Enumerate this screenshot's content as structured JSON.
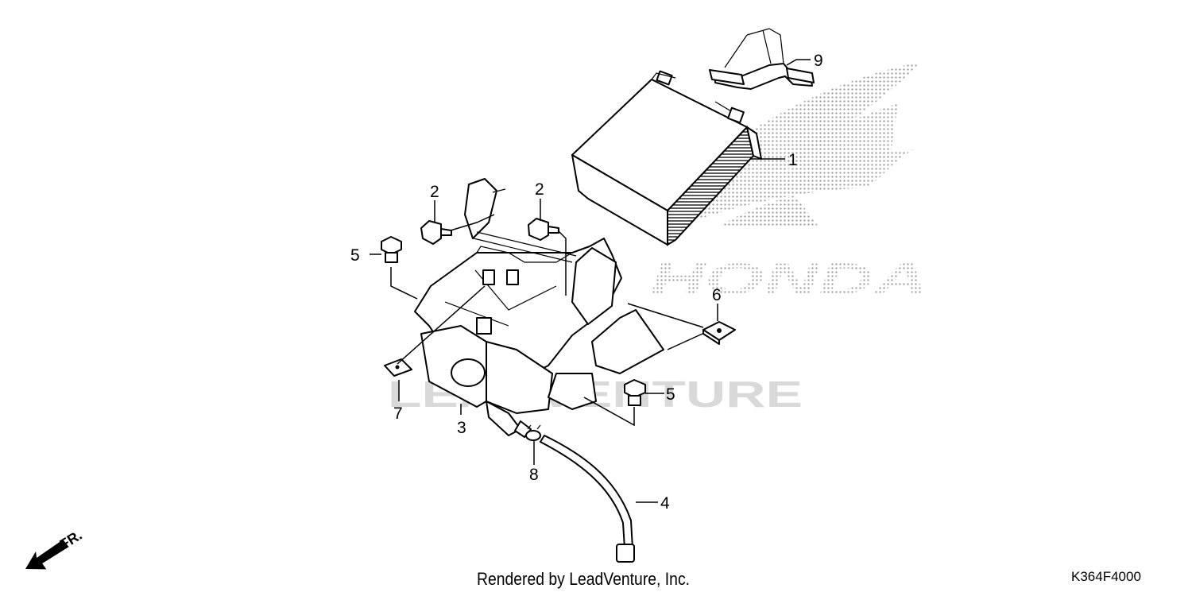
{
  "diagram": {
    "watermark_brand": "HONDA",
    "watermark_company": "LEADVENTURE",
    "direction_label": "FR.",
    "callouts": [
      {
        "id": "1",
        "label": "1"
      },
      {
        "id": "2a",
        "label": "2"
      },
      {
        "id": "2b",
        "label": "2"
      },
      {
        "id": "3",
        "label": "3"
      },
      {
        "id": "4",
        "label": "4"
      },
      {
        "id": "5a",
        "label": "5"
      },
      {
        "id": "5b",
        "label": "5"
      },
      {
        "id": "6",
        "label": "6"
      },
      {
        "id": "7",
        "label": "7"
      },
      {
        "id": "8",
        "label": "8"
      },
      {
        "id": "9",
        "label": "9"
      }
    ]
  },
  "footer": {
    "credit": "Rendered by LeadVenture, Inc.",
    "diagram_code": "K364F4000"
  },
  "colors": {
    "line": "#000000",
    "watermark": "#b0b0b0",
    "background": "#ffffff"
  }
}
